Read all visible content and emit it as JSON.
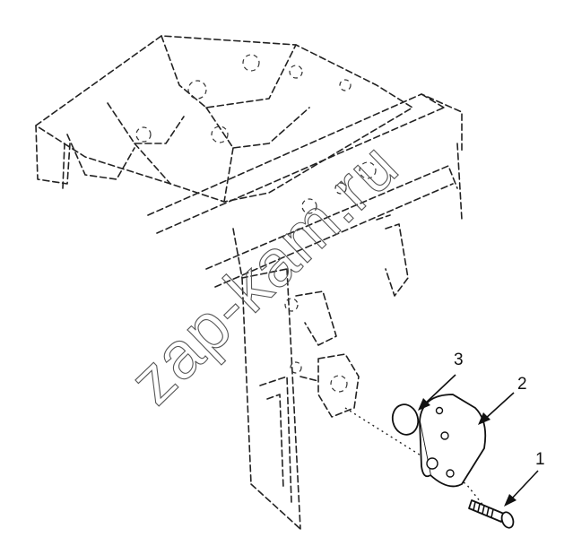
{
  "diagram": {
    "callouts": [
      {
        "id": "callout-1",
        "number": "1"
      },
      {
        "id": "callout-2",
        "number": "2"
      },
      {
        "id": "callout-3",
        "number": "3"
      }
    ],
    "watermark": "zap-kam.ru"
  }
}
